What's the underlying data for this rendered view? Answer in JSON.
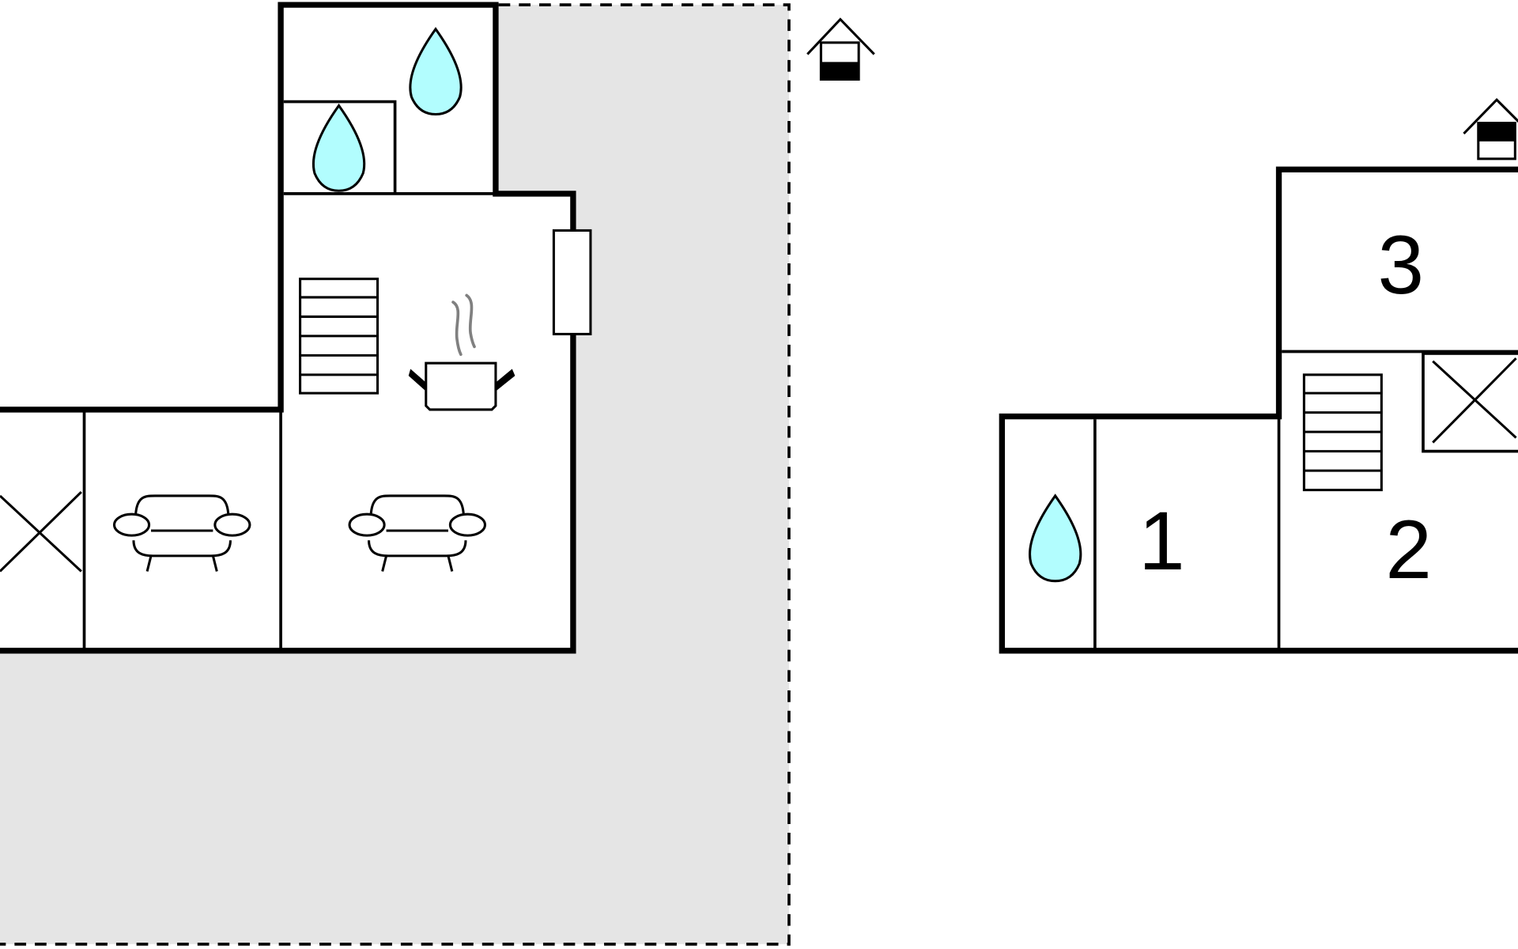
{
  "plan": {
    "rooms": [
      {
        "label": "1"
      },
      {
        "label": "2"
      },
      {
        "label": "3"
      }
    ],
    "icons": [
      "entrance-icon",
      "water-drop-icon",
      "staircase-icon",
      "cooking-pot-icon",
      "sofa-icon",
      "window-icon",
      "void-cross-icon"
    ]
  },
  "colors": {
    "wall": "#000000",
    "outdoor_area": "#e5e5e5",
    "water": "#b2fdfe",
    "steam": "#808080"
  }
}
